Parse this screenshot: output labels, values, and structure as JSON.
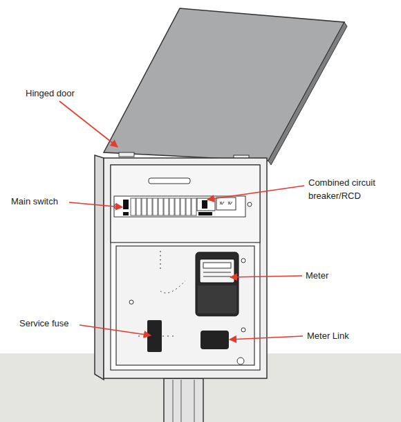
{
  "diagram": {
    "labels": [
      "Hinged door",
      "Main switch",
      "Combined circuit breaker/RCD",
      "Meter",
      "Service fuse",
      "Meter Link"
    ]
  }
}
